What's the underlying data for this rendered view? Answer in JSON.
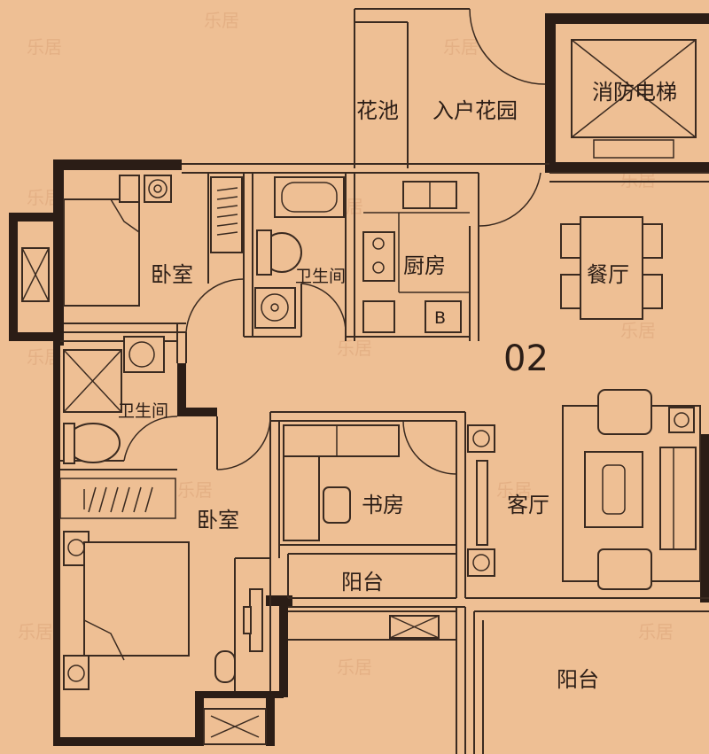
{
  "unit": {
    "number": "02"
  },
  "rooms": {
    "flower_pool": "花池",
    "entry_garden": "入户花园",
    "fire_elevator": "消防电梯",
    "bedroom_north": "卧室",
    "bathroom_north": "卫生间",
    "kitchen": "厨房",
    "kitchen_appliance": "B",
    "dining": "餐厅",
    "bathroom_west": "卫生间",
    "study": "书房",
    "living": "客厅",
    "bedroom_south": "卧室",
    "balcony_study": "阳台",
    "balcony_living": "阳台"
  },
  "watermark": "乐居",
  "colors": {
    "background": "#eebf94",
    "ink": "#2b1d16"
  }
}
